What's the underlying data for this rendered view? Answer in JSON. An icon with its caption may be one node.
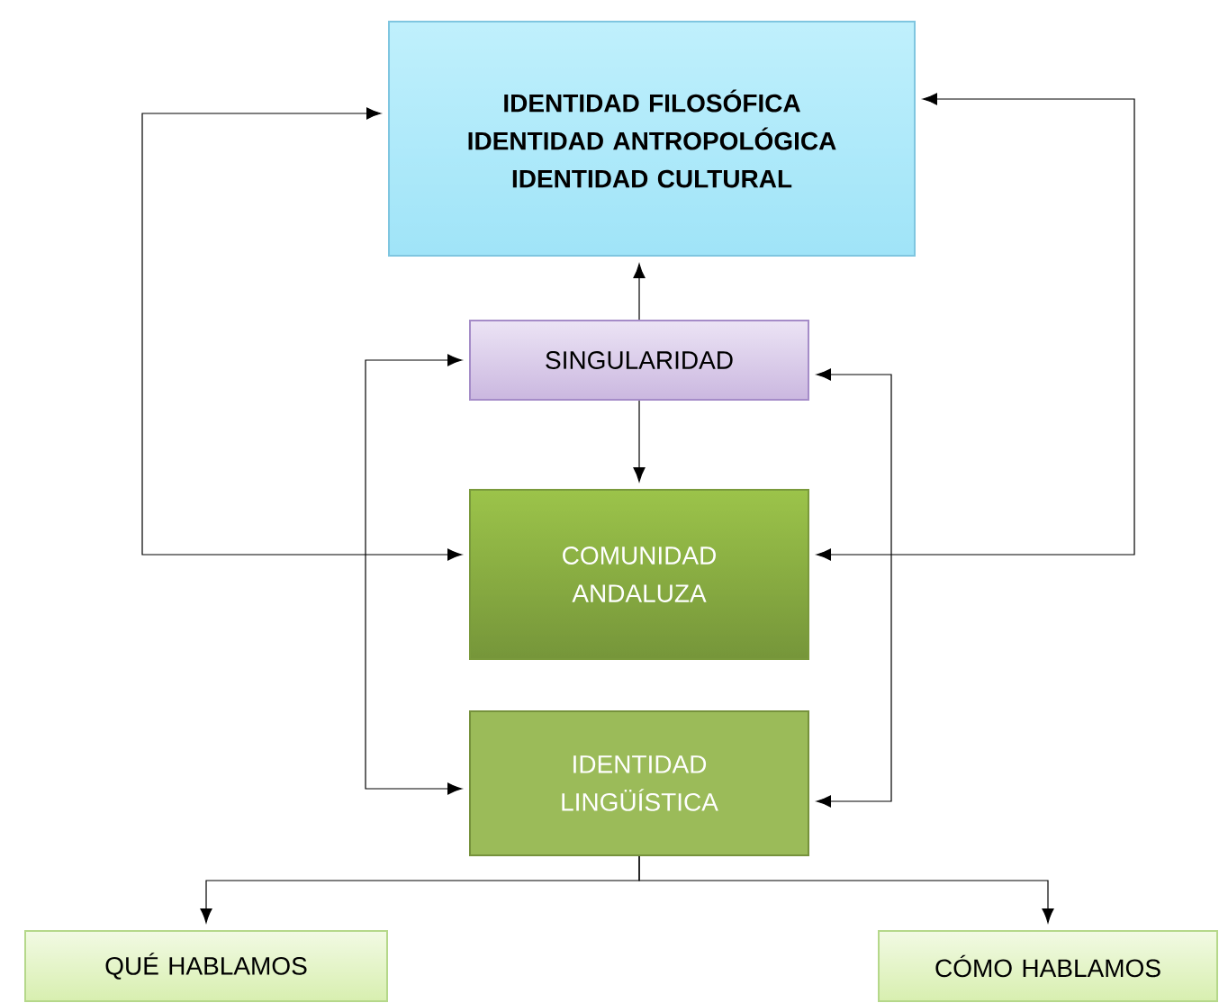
{
  "diagram": {
    "nodes": [
      {
        "text": [
          "IDENTIDAD FILOSÓFICA",
          "IDENTIDAD ANTROPOLÓGICA",
          "IDENTIDAD CULTURAL"
        ]
      },
      {
        "text": [
          "SINGULARIDAD"
        ]
      },
      {
        "text": [
          "COMUNIDAD ANDALUZA"
        ]
      },
      {
        "text": [
          "IDENTIDAD LINGÜÍSTICA"
        ]
      },
      {
        "text": [
          "QUÉ HABLAMOS"
        ]
      },
      {
        "text": [
          "CÓMO HABLAMOS"
        ]
      }
    ],
    "edges": [
      {
        "from": 1,
        "to": 0,
        "arrow": "to"
      },
      {
        "from": 1,
        "to": 2,
        "arrow": "to"
      },
      {
        "from": 0,
        "to": 2,
        "arrow": "both"
      },
      {
        "from": 0,
        "to": 2,
        "arrow": "both"
      },
      {
        "from": 1,
        "to": 3,
        "arrow": "both"
      },
      {
        "from": 1,
        "to": 3,
        "arrow": "both"
      },
      {
        "from": 3,
        "to": 4,
        "arrow": "to"
      },
      {
        "from": 3,
        "to": 5,
        "arrow": "to"
      }
    ]
  }
}
